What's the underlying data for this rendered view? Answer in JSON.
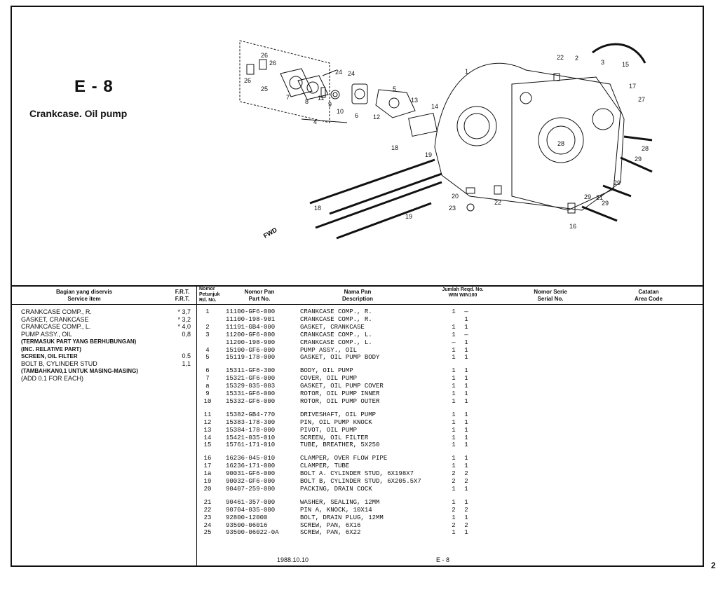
{
  "page": {
    "code": "E - 8",
    "title": "Crankcase. Oil pump",
    "footer_date": "1988.10.10",
    "footer_code": "E - 8",
    "page_number": "2"
  },
  "headers": {
    "service_item_id": "Bagian yang diservis",
    "service_item_en": "Service item",
    "frt_id": "F.R.T.",
    "frt_en": "F.R.T.",
    "ref_id": "Nomor Petunjuk",
    "ref_en": "Rd. No.",
    "part_id": "Nomor Pan",
    "part_en": "Part No.",
    "name_id": "Nama Pan",
    "name_en": "Description",
    "qty_id": "Jumlah Reqd. No.",
    "qty_en": "WIN WIN100",
    "serial_id": "Nomor Serie",
    "serial_en": "Serial No.",
    "area_id": "Catatan",
    "area_en": "Area Code"
  },
  "service_items": [
    {
      "text": "CRANKCASE COMP., R.",
      "frt": "* 3,7",
      "bold": false
    },
    {
      "text": "GASKET, CRANKCASE",
      "frt": "* 3,2",
      "bold": false
    },
    {
      "text": "CRANKCASE COMP., L.",
      "frt": "* 4,0",
      "bold": false
    },
    {
      "text": "PUMP ASSY., OIL",
      "frt": "0,8",
      "bold": false
    },
    {
      "text": "(TERMASUK PART YANG BERHUBUNGAN)",
      "frt": "",
      "bold": true
    },
    {
      "text": "(INC. RELATIVE PART)",
      "frt": "",
      "bold": true
    },
    {
      "text": "SCREEN, OIL FILTER",
      "frt": "0.5",
      "bold": true
    },
    {
      "text": "BOLT B, CYLINDER STUD",
      "frt": "1,1",
      "bold": false
    },
    {
      "text": "(TAMBAHKAN0,1 UNTUK MASING-MASING)",
      "frt": "",
      "bold": true
    },
    {
      "text": "(ADD 0.1 FOR EACH)",
      "frt": "",
      "bold": false
    }
  ],
  "parts": [
    {
      "rd": "1",
      "pn": "11100-GF6-000",
      "desc": "CRANKCASE COMP., R.",
      "q1": "1",
      "q2": "—"
    },
    {
      "rd": "",
      "pn": "11100-198-901",
      "desc": "CRANKCASE COMP., R.",
      "q1": "",
      "q2": "1"
    },
    {
      "rd": "2",
      "pn": "11191-GB4-000",
      "desc": "GASKET, CRANKCASE",
      "q1": "1",
      "q2": "1"
    },
    {
      "rd": "3",
      "pn": "11200-GF6-000",
      "desc": "CRANKCASE COMP., L.",
      "q1": "1",
      "q2": "—"
    },
    {
      "rd": "",
      "pn": "11200-198-900",
      "desc": "CRANKCASE COMP., L.",
      "q1": "—",
      "q2": "1"
    },
    {
      "rd": "4",
      "pn": "15100-GF6-000",
      "desc": "PUMP ASSY., OIL",
      "q1": "1",
      "q2": "1"
    },
    {
      "rd": "5",
      "pn": "15119-178-000",
      "desc": "GASKET, OIL PUMP BODY",
      "q1": "1",
      "q2": "1"
    },
    {
      "rd": "6",
      "pn": "15311-GF6-300",
      "desc": "BODY, OIL PUMP",
      "q1": "1",
      "q2": "1"
    },
    {
      "rd": "7",
      "pn": "15321-GF6-000",
      "desc": "COVER, OIL PUMP",
      "q1": "1",
      "q2": "1"
    },
    {
      "rd": "a",
      "pn": "15329-035-003",
      "desc": "GASKET, OIL PUMP COVER",
      "q1": "1",
      "q2": "1"
    },
    {
      "rd": "9",
      "pn": "15331-GF6-000",
      "desc": "ROTOR, OIL PUMP INNER",
      "q1": "1",
      "q2": "1"
    },
    {
      "rd": "10",
      "pn": "15332-GF6-000",
      "desc": "ROTOR, OIL PUMP OUTER",
      "q1": "1",
      "q2": "1"
    },
    {
      "rd": "11",
      "pn": "15382-GB4-770",
      "desc": "DRIVESHAFT, OIL PUMP",
      "q1": "1",
      "q2": "1"
    },
    {
      "rd": "12",
      "pn": "15383-178-300",
      "desc": "PIN, OIL PUMP KNOCK",
      "q1": "1",
      "q2": "1"
    },
    {
      "rd": "13",
      "pn": "15384-178-000",
      "desc": "PIVOT, OIL PUMP",
      "q1": "1",
      "q2": "1"
    },
    {
      "rd": "14",
      "pn": "15421-035-010",
      "desc": "SCREEN, OIL FILTER",
      "q1": "1",
      "q2": "1"
    },
    {
      "rd": "15",
      "pn": "15761-171-010",
      "desc": "TUBE, BREATHER, 5X250",
      "q1": "1",
      "q2": "1"
    },
    {
      "rd": "16",
      "pn": "16236-045-010",
      "desc": "CLAMPER, OVER FLOW PIPE",
      "q1": "1",
      "q2": "1"
    },
    {
      "rd": "17",
      "pn": "16236-171-000",
      "desc": "CLAMPER, TUBE",
      "q1": "1",
      "q2": "1"
    },
    {
      "rd": "1a",
      "pn": "90031-GF6-000",
      "desc": "BOLT A. CYLINDER STUD, 6X198X7",
      "q1": "2",
      "q2": "2"
    },
    {
      "rd": "19",
      "pn": "90032-GF6-000",
      "desc": "BOLT B, CYLINDER STUD, 6X205.5X7",
      "q1": "2",
      "q2": "2"
    },
    {
      "rd": "20",
      "pn": "90407-259-000",
      "desc": "PACKING, DRAIN COCK",
      "q1": "1",
      "q2": "1"
    },
    {
      "rd": "21",
      "pn": "90461-357-000",
      "desc": "WASHER, SEALING, 12MM",
      "q1": "1",
      "q2": "1"
    },
    {
      "rd": "22",
      "pn": "90704-035-000",
      "desc": "PIN A, KNOCK, 10X14",
      "q1": "2",
      "q2": "2"
    },
    {
      "rd": "23",
      "pn": "92800-12000",
      "desc": "BOLT, DRAIN PLUG, 12MM",
      "q1": "1",
      "q2": "1"
    },
    {
      "rd": "24",
      "pn": "93500-06016",
      "desc": "SCREW, PAN, 6X16",
      "q1": "2",
      "q2": "2"
    },
    {
      "rd": "25",
      "pn": "93500-06022-0A",
      "desc": "SCREW, PAN, 6X22",
      "q1": "1",
      "q2": "1"
    }
  ],
  "diagram": {
    "fwd_label": "FWD",
    "callouts": [
      "1",
      "2",
      "3",
      "4",
      "5",
      "6",
      "7",
      "8",
      "9",
      "10",
      "11",
      "12",
      "13",
      "14",
      "15",
      "16",
      "17",
      "18",
      "19",
      "20",
      "21",
      "22",
      "23",
      "24",
      "25",
      "26",
      "27",
      "28",
      "29"
    ]
  }
}
